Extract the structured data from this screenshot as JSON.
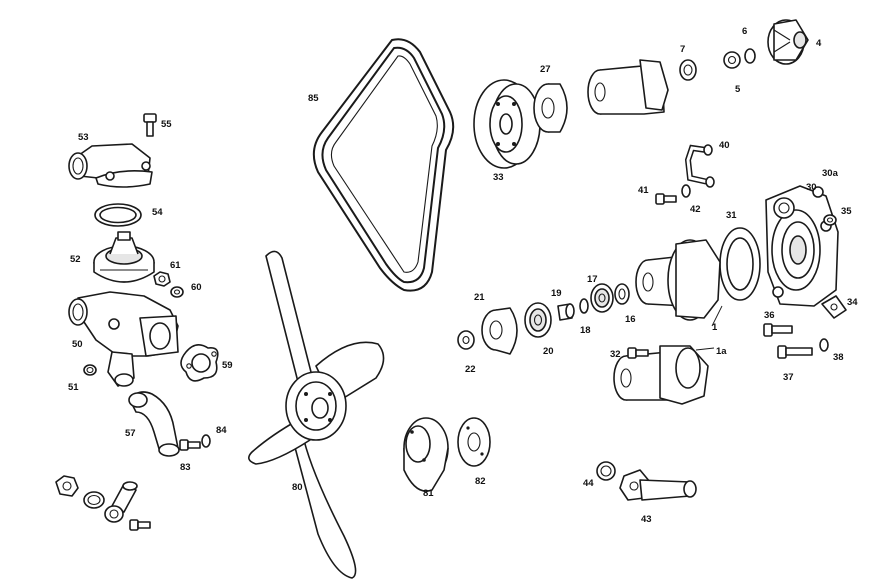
{
  "labels": {
    "l1": "1",
    "l1a": "1a",
    "l4": "4",
    "l5": "5",
    "l6": "6",
    "l7": "7",
    "l16": "16",
    "l17": "17",
    "l18": "18",
    "l19": "19",
    "l20": "20",
    "l21": "21",
    "l22": "22",
    "l27": "27",
    "l30": "30",
    "l30a": "30a",
    "l31": "31",
    "l32": "32",
    "l33": "33",
    "l34": "34",
    "l35": "35",
    "l36": "36",
    "l37": "37",
    "l38": "38",
    "l40": "40",
    "l41": "41",
    "l42": "42",
    "l43": "43",
    "l44": "44",
    "l50": "50",
    "l51": "51",
    "l52": "52",
    "l53": "53",
    "l54": "54",
    "l55": "55",
    "l57": "57",
    "l59": "59",
    "l60": "60",
    "l61": "61",
    "l80": "80",
    "l81": "81",
    "l82": "82",
    "l83": "83",
    "l84": "84",
    "l85": "85"
  }
}
